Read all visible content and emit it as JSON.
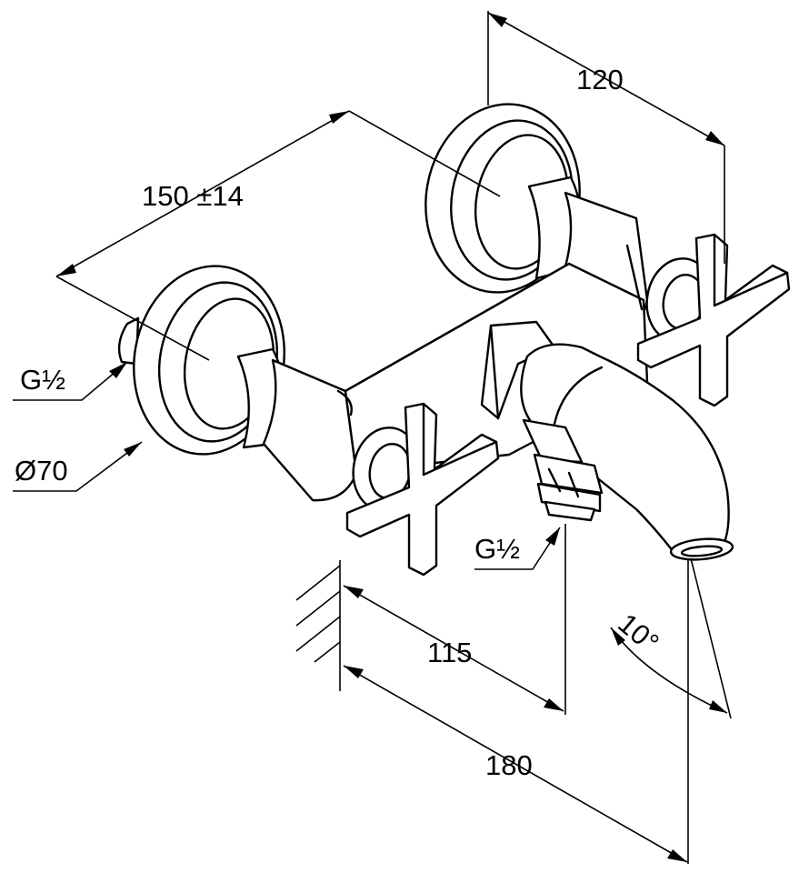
{
  "dimensions": {
    "top_width": "120",
    "connection_spacing": "150 ±14",
    "inlet_thread": "G½",
    "rosette_diameter": "Ø70",
    "outlet_thread": "G½",
    "wall_to_outlet": "115",
    "wall_to_spout": "180",
    "spout_angle": "10°"
  }
}
